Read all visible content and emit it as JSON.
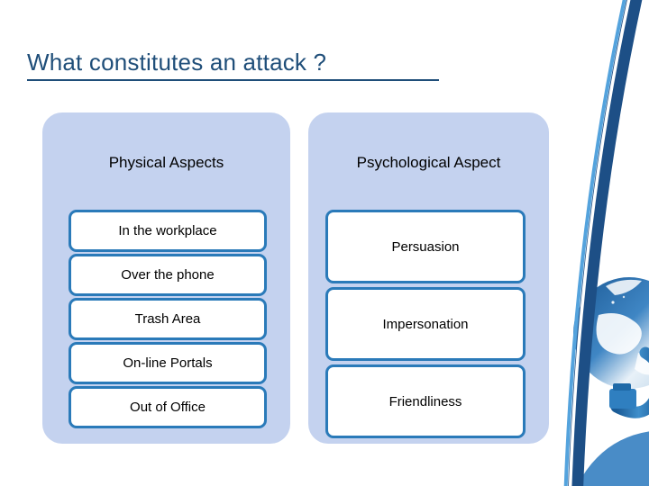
{
  "slide": {
    "title": "What constitutes an attack ?",
    "title_color": "#1f4e79",
    "background_color": "#ffffff"
  },
  "theme": {
    "panel_background": "#c4d2ef",
    "box_border": "#2a7ab9",
    "box_fill": "#ffffff",
    "text_color": "#000000",
    "accent_dark_blue": "#1f4e79",
    "accent_mid_blue": "#2a7ab9",
    "accent_light_blue": "#8ec4e8"
  },
  "panels": [
    {
      "id": "physical",
      "header": "Physical Aspects",
      "items": [
        {
          "label": "In the workplace"
        },
        {
          "label": "Over the phone"
        },
        {
          "label": "Trash Area"
        },
        {
          "label": "On-line Portals"
        },
        {
          "label": "Out of Office"
        }
      ]
    },
    {
      "id": "psychological",
      "header": "Psychological Aspect",
      "items": [
        {
          "label": "Persuasion"
        },
        {
          "label": "Impersonation"
        },
        {
          "label": "Friendliness"
        }
      ]
    }
  ],
  "decoration": {
    "name": "globe-network-graphic",
    "description": "globe-with-ethernet-cable-and-blue-swoosh"
  }
}
